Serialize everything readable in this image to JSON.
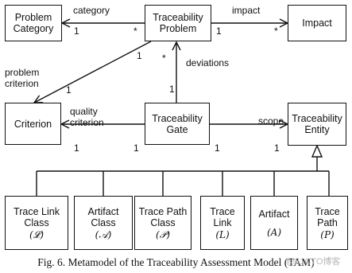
{
  "boxes": {
    "problem_category": [
      "Problem",
      "Category"
    ],
    "traceability_problem": [
      "Traceability",
      "Problem"
    ],
    "impact": "Impact",
    "criterion": "Criterion",
    "traceability_gate": [
      "Traceability",
      "Gate"
    ],
    "traceability_entity": [
      "Traceability",
      "Entity"
    ],
    "trace_link_class": [
      "Trace Link",
      "Class",
      "(𝓛)"
    ],
    "artifact_class": [
      "Artifact",
      "Class",
      "(𝒜)"
    ],
    "trace_path_class": [
      "Trace Path",
      "Class",
      "(𝒫)"
    ],
    "trace_link": [
      "Trace",
      "Link",
      "(L)"
    ],
    "artifact": [
      "Artifact",
      "(A)"
    ],
    "trace_path": [
      "Trace",
      "Path",
      "(P)"
    ]
  },
  "edge_labels": {
    "category": "category",
    "impact": "impact",
    "problem_criterion": [
      "problem",
      "criterion"
    ],
    "deviations": "deviations",
    "quality_criterion": [
      "quality",
      "criterion"
    ],
    "scope": "scope"
  },
  "multiplicities": {
    "category_source": "*",
    "category_target": "1",
    "impact_source": "1",
    "impact_target": "*",
    "problem_criterion_source": "1",
    "problem_criterion_target": "1",
    "deviations_source": "1",
    "deviations_target": "*",
    "quality_criterion_source": "1",
    "quality_criterion_target": "1",
    "scope_source": "1",
    "scope_target": "1"
  },
  "caption": "Fig. 6.   Metamodel of the Traceability Assessment Model (TAM)",
  "watermark": "@51CTO博客"
}
